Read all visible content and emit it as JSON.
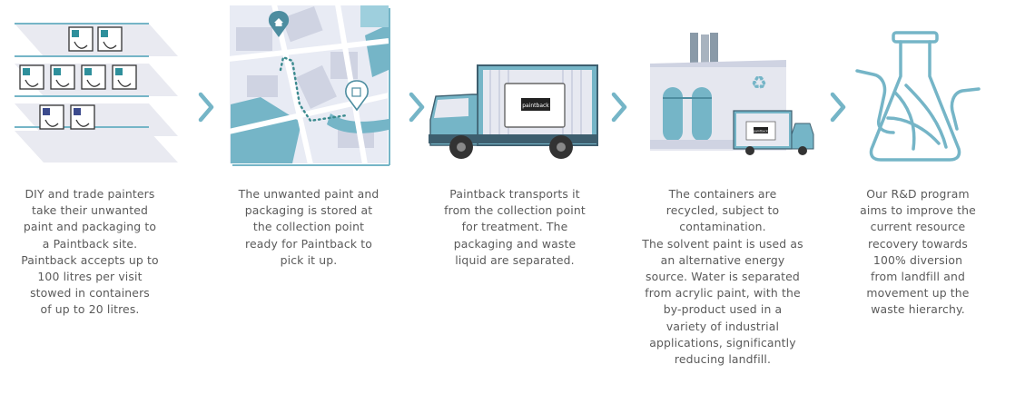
{
  "colors": {
    "teal": "#75b5c7",
    "teal_dark": "#4d8da0",
    "navy": "#3d5e6e",
    "light_grey": "#e9eaf1",
    "map_bg": "#e8ebf4",
    "text": "#5a5a5a"
  },
  "steps": [
    {
      "illustration": "paint-tins-shelves",
      "description": "DIY and trade painters\ntake their unwanted\npaint and packaging to\na Paintback site.\nPaintback accepts up to\n100 litres per visit\nstowed in containers\nof up to 20 litres."
    },
    {
      "illustration": "city-map-route",
      "description": "The unwanted paint and\npackaging is stored at\nthe collection point\nready for Paintback to\npick it up."
    },
    {
      "illustration": "paintback-truck",
      "truck_label": "paintback",
      "description": "Paintback transports it\nfrom the collection point\nfor treatment. The\npackaging and waste\nliquid are separated."
    },
    {
      "illustration": "recycling-factory",
      "truck_label": "paintback",
      "description": "The containers are\nrecycled, subject to\ncontamination.\nThe solvent paint is used as\nan alternative energy\nsource. Water is separated\nfrom acrylic paint, with the\nby-product used in a\nvariety of industrial\napplications, significantly\nreducing landfill."
    },
    {
      "illustration": "lab-flask-beaker",
      "description": "Our R&D program\naims to improve the\ncurrent resource\nrecovery towards\n100% diversion\nfrom landfill and\nmovement up the\nwaste hierarchy."
    }
  ],
  "arrows": [
    "chevron-right-icon",
    "chevron-right-icon",
    "chevron-right-icon",
    "chevron-right-icon"
  ]
}
